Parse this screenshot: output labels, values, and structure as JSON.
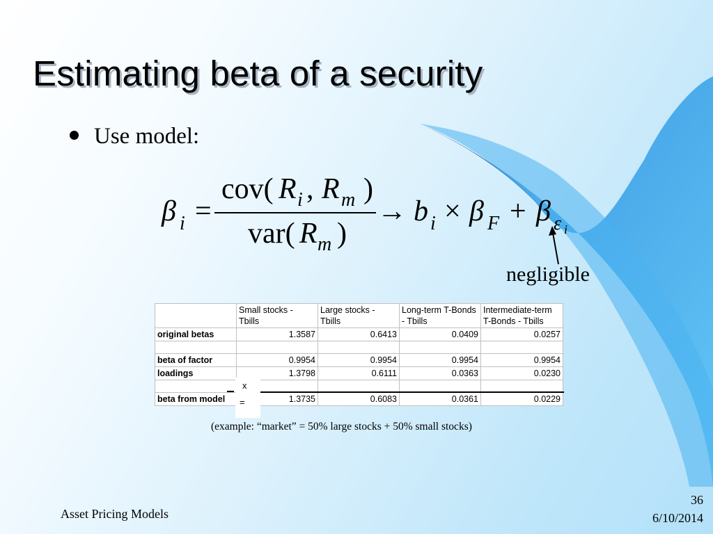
{
  "slide": {
    "title": "Estimating beta of a security",
    "bullet": "Use model:"
  },
  "formula": {
    "beta": "β",
    "sub_i": "i",
    "equals": "=",
    "cov": "cov(",
    "R": "R",
    "sub_m": "m",
    "comma": ",",
    "close_paren": ")",
    "var": "var(",
    "arrow": "→",
    "b": "b",
    "times": "×",
    "sub_F": "F",
    "plus": "+",
    "epsilon": "ε"
  },
  "annotation": {
    "negligible": "negligible"
  },
  "table": {
    "headers": [
      "",
      "Small stocks - Tbills",
      "Large stocks - Tbills",
      "Long-term T-Bonds - Tbills",
      "Intermediate-term T-Bonds - Tbills"
    ],
    "rows": [
      {
        "label": "original betas",
        "values": [
          "1.3587",
          "0.6413",
          "0.0409",
          "0.0257"
        ]
      },
      {
        "label": "",
        "values": [
          "",
          "",
          "",
          ""
        ]
      },
      {
        "label": "beta of factor",
        "values": [
          "0.9954",
          "0.9954",
          "0.9954",
          "0.9954"
        ]
      },
      {
        "label": "loadings",
        "values": [
          "1.3798",
          "0.6111",
          "0.0363",
          "0.0230"
        ]
      },
      {
        "label": "",
        "values": [
          "",
          "",
          "",
          ""
        ]
      },
      {
        "label": "beta from model",
        "values": [
          "1.3735",
          "0.6083",
          "0.0361",
          "0.0229"
        ]
      }
    ],
    "operators": {
      "times": "x",
      "equals": "="
    }
  },
  "example_note": "(example: “market” = 50% large stocks + 50% small stocks)",
  "footer": {
    "left": "Asset Pricing Models",
    "slide_number": "36",
    "date": "6/10/2014"
  },
  "colors": {
    "swoosh_dark": "#1f4f7a",
    "swoosh_mid": "#3a9ee6",
    "swoosh_light": "#5cc4f5"
  }
}
